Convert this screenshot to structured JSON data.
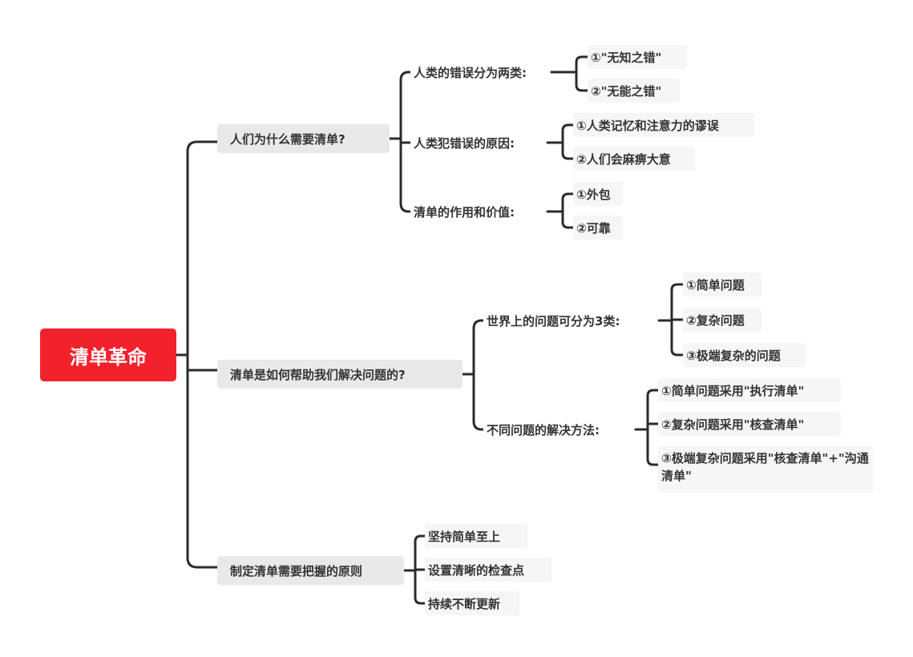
{
  "root": "清单革命",
  "branches": [
    {
      "label": "人们为什么需要清单?",
      "children": [
        {
          "label": "人类的错误分为两类:",
          "children": [
            "①\"无知之错\"",
            "②\"无能之错\""
          ]
        },
        {
          "label": "人类犯错误的原因:",
          "children": [
            "①人类记忆和注意力的谬误",
            "②人们会麻痹大意"
          ]
        },
        {
          "label": "清单的作用和价值:",
          "children": [
            "①外包",
            "②可靠"
          ]
        }
      ]
    },
    {
      "label": "清单是如何帮助我们解决问题的?",
      "children": [
        {
          "label": "世界上的问题可分为3类:",
          "children": [
            "①简单问题",
            "②复杂问题",
            "③极端复杂的问题"
          ]
        },
        {
          "label": "不同问题的解决方法:",
          "children": [
            "①简单问题采用\"执行清单\"",
            "②复杂问题采用\"核查清单\"",
            "③极端复杂问题采用\"核查清单\"+\"沟通清单\""
          ]
        }
      ]
    },
    {
      "label": "制定清单需要把握的原则",
      "children": [
        "坚持简单至上",
        "设置清晰的检查点",
        "持续不断更新"
      ]
    }
  ]
}
